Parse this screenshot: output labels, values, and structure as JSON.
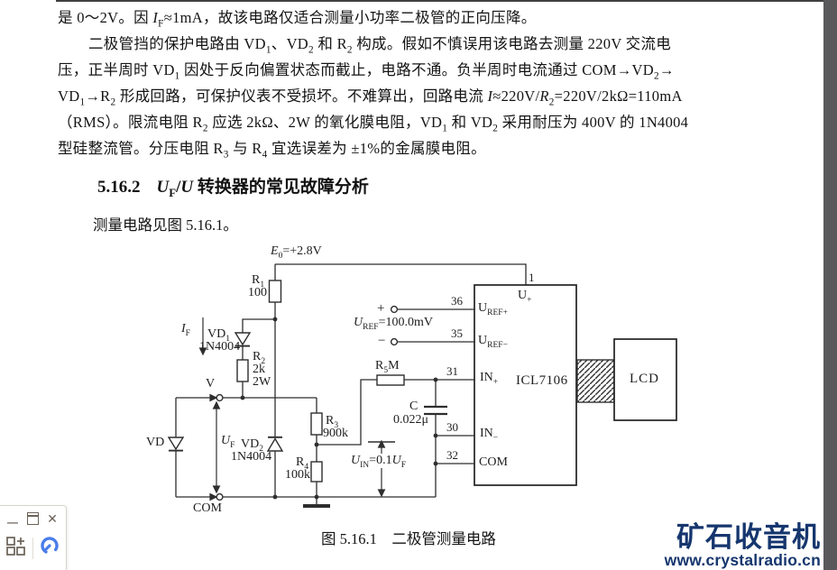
{
  "colors": {
    "watermark_navy": "#16366e",
    "icon_blue": "#4a7dea",
    "page_edge_gray": "#59595b"
  },
  "document": {
    "body_lines": [
      "是 0～2V。因 *I*_{F}≈1mA，故该电路仅适合测量小功率二极管的正向压降。",
      "二极管挡的保护电路由 VD_{1}、VD_{2} 和 R_{2} 构成。假如不慎误用该电路去测量 220V 交流电",
      "压，正半周时 VD_{1} 因处于反向偏置状态而截止，电路不通。负半周时电流通过 COM→VD_{2}→",
      "VD_{1}→R_{2} 形成回路，可保护仪表不受损坏。不难算出，回路电流 *I*≈220V/*R*_{2}=220V/2kΩ=110mA",
      "（RMS）。限流电阻 R_{2} 应选 2kΩ、2W 的氧化膜电阻，VD_{1} 和 VD_{2} 采用耐压为 400V 的 1N4004",
      "型硅整流管。分压电阻 R_{3} 与 R_{4} 宜选误差为 ±1%的金属膜电阻。"
    ],
    "heading_number": "5.16.2",
    "heading_title": "*U*_{F}/*U* 转换器的常见故障分析",
    "paragraph2": "测量电路见图 5.16.1。",
    "figure_caption": "图 5.16.1　二极管测量电路"
  },
  "circuit": {
    "supply": "*E*_{0}=+2.8V",
    "r1": {
      "name": "R_{1}",
      "value": "100"
    },
    "if_current": "*I*_{F}",
    "vd1": {
      "name": "VD_{1}",
      "type": "1N4004"
    },
    "r2": {
      "name": "R_{2}",
      "value": "2k",
      "power": "2W"
    },
    "v_terminal": "V",
    "uf": "*U*_{F}",
    "dut": "VD",
    "vd2": {
      "name": "VD_{2}",
      "type": "1N4004"
    },
    "r3": {
      "name": "R_{3}",
      "value": "900k"
    },
    "r4": {
      "name": "R_{4}",
      "value": "100k"
    },
    "com_terminal": "COM",
    "r5": "R_{5}M",
    "cap": {
      "name": "C",
      "value": "0.022μ"
    },
    "uin": "*U*_{IN}=0.1*U*_{F}",
    "uref": "*U*_{REF}=100.0mV",
    "plus": "+",
    "minus": "−",
    "pins": {
      "p1": "1",
      "p36": "36",
      "p35": "35",
      "p31": "31",
      "p30": "30",
      "p32": "32"
    },
    "chip_labels": {
      "u_plus": "U_{+}",
      "uref_plus": "U_{REF+}",
      "uref_minus": "U_{REF−}",
      "in_plus": "IN_{+}",
      "in_minus": "IN_{−}",
      "com": "COM",
      "name": "ICL7106"
    },
    "lcd": "LCD"
  },
  "watermark": {
    "title": "矿石收音机",
    "url": "www.crystalradio.cn"
  },
  "widget": {
    "minimize_glyph": "—",
    "close_glyph": "✕"
  }
}
